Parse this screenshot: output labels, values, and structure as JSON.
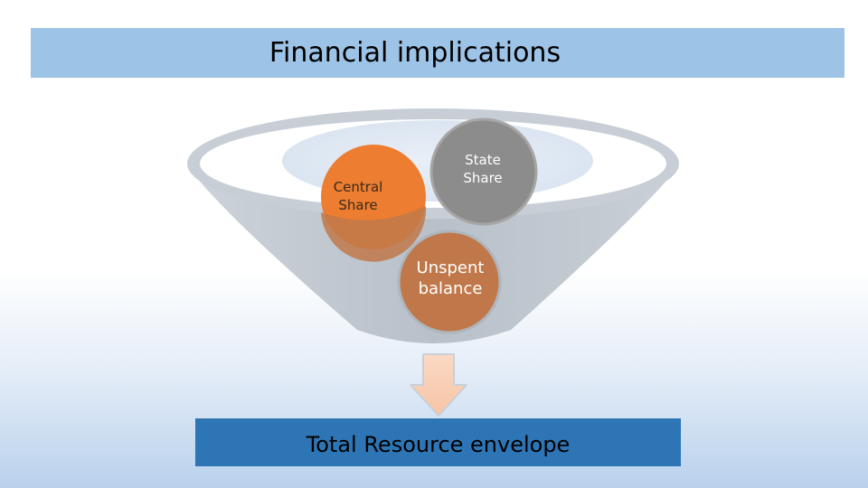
{
  "slide": {
    "title": "Financial implications"
  },
  "diagram": {
    "inputs": [
      {
        "id": "central",
        "label": "Central Share",
        "color": "#ed7d31"
      },
      {
        "id": "state",
        "label": "State Share",
        "color": "#8c8c8c"
      },
      {
        "id": "unspent",
        "label": "Unspent balance",
        "color": "#c0784a"
      }
    ],
    "output": {
      "label": "Total Resource envelope",
      "color": "#2e75b6"
    },
    "funnel_color": "#c7ced6",
    "arrow_color": "#f8cbad"
  }
}
